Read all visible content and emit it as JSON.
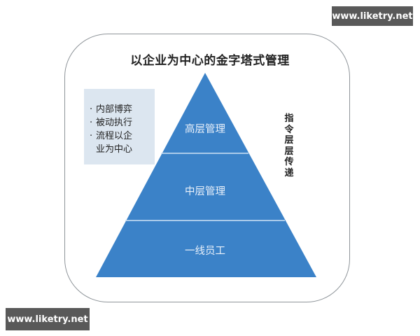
{
  "watermarks": {
    "top_right": "www.liketry.net",
    "bottom_left": "www.liketry.net"
  },
  "diagram": {
    "title": "以企业为中心的金字塔式管理",
    "notes": [
      {
        "bullet": "·",
        "text": "内部博弈"
      },
      {
        "bullet": "·",
        "text": "被动执行"
      },
      {
        "bullet": "·",
        "text": "流程以企\n业为中心"
      }
    ],
    "side_label": "指令层层传递",
    "pyramid": {
      "tiers": [
        {
          "label": "高层管理"
        },
        {
          "label": "中层管理"
        },
        {
          "label": "一线员工"
        }
      ]
    }
  },
  "colors": {
    "pyramid_fill": "#3b82c8",
    "divider": "#cfe3f6",
    "notes_bg": "#dce6f0",
    "frame_border": "#8e9499",
    "watermark_bg": "#595959"
  }
}
